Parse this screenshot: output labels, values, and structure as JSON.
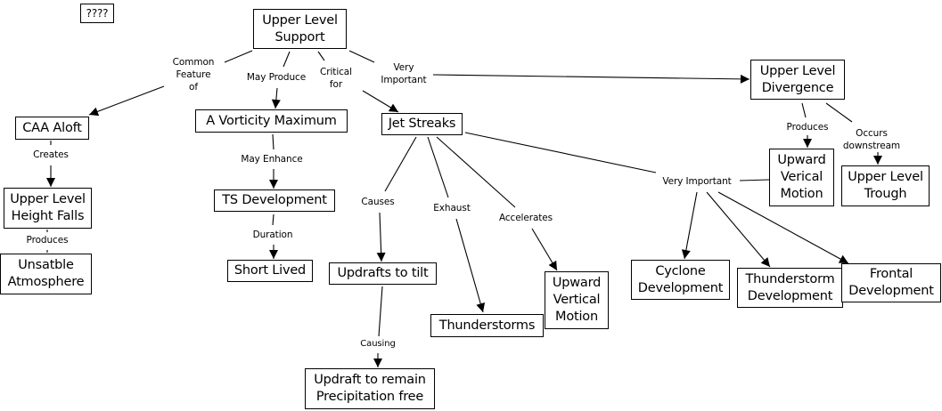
{
  "diagram": {
    "title": "Upper Level Support concept map",
    "colors": {
      "line": "#000000",
      "box_border": "#000000",
      "background": "#ffffff"
    },
    "concepts": {
      "unknown": "????",
      "upper_level_support": "Upper Level\nSupport",
      "caa_aloft": "CAA Aloft",
      "vorticity_maximum": "A Vorticity Maximum",
      "jet_streaks": "Jet Streaks",
      "upper_level_divergence": "Upper Level\nDivergence",
      "upward_verical_motion": "Upward\nVerical\nMotion",
      "upper_level_trough": "Upper Level\nTrough",
      "upper_level_height_falls": "Upper Level\nHeight Falls",
      "ts_development": "TS Development",
      "unsatble_atmosphere": "Unsatble\nAtmosphere",
      "short_lived": "Short Lived",
      "updrafts_to_tilt": "Updrafts to tilt",
      "upward_vertical_motion": "Upward\nVertical\nMotion",
      "thunderstorms": "Thunderstorms",
      "updraft_precip_free": "Updraft to remain\nPrecipitation free",
      "cyclone_development": "Cyclone\nDevelopment",
      "thunderstorm_development": "Thunderstorm\nDevelopment",
      "frontal_development": "Frontal\nDevelopment"
    },
    "links": {
      "common_feature_of": "Common\nFeature\nof",
      "may_produce": "May Produce",
      "critical_for": "Critical\nfor",
      "very_important_top": "Very\nImportant",
      "creates": "Creates",
      "produces_left": "Produces",
      "may_enhance": "May Enhance",
      "duration": "Duration",
      "causes": "Causes",
      "exhaust": "Exhaust",
      "accelerates": "Accelerates",
      "causing": "Causing",
      "produces_right": "Produces",
      "occurs_downstream": "Occurs\ndownstream",
      "very_important_right": "Very Important"
    },
    "propositions": [
      {
        "from": "Upper Level Support",
        "link": "Common Feature of",
        "to": "CAA Aloft"
      },
      {
        "from": "Upper Level Support",
        "link": "May Produce",
        "to": "A Vorticity Maximum"
      },
      {
        "from": "Upper Level Support",
        "link": "Critical for",
        "to": "Jet Streaks"
      },
      {
        "from": "Upper Level Support",
        "link": "Very Important",
        "to": "Upper Level Divergence"
      },
      {
        "from": "CAA Aloft",
        "link": "Creates",
        "to": "Upper Level Height Falls"
      },
      {
        "from": "Upper Level Height Falls",
        "link": "Produces",
        "to": "Unsatble Atmosphere"
      },
      {
        "from": "A Vorticity Maximum",
        "link": "May Enhance",
        "to": "TS Development"
      },
      {
        "from": "TS Development",
        "link": "Duration",
        "to": "Short Lived"
      },
      {
        "from": "Jet Streaks",
        "link": "Causes",
        "to": "Updrafts to tilt"
      },
      {
        "from": "Jet Streaks",
        "link": "Exhaust",
        "to": "Thunderstorms"
      },
      {
        "from": "Jet Streaks",
        "link": "Accelerates",
        "to": "Upward Vertical Motion"
      },
      {
        "from": "Jet Streaks",
        "link": "Very Important",
        "to": "Upward Verical Motion"
      },
      {
        "from": "Jet Streaks",
        "link": "Very Important",
        "to": "Cyclone Development"
      },
      {
        "from": "Jet Streaks",
        "link": "Very Important",
        "to": "Thunderstorm Development"
      },
      {
        "from": "Jet Streaks",
        "link": "Very Important",
        "to": "Frontal Development"
      },
      {
        "from": "Updrafts to tilt",
        "link": "Causing",
        "to": "Updraft to remain Precipitation free"
      },
      {
        "from": "Upper Level Divergence",
        "link": "Produces",
        "to": "Upward Verical Motion"
      },
      {
        "from": "Upper Level Divergence",
        "link": "Occurs downstream",
        "to": "Upper Level Trough"
      }
    ]
  }
}
